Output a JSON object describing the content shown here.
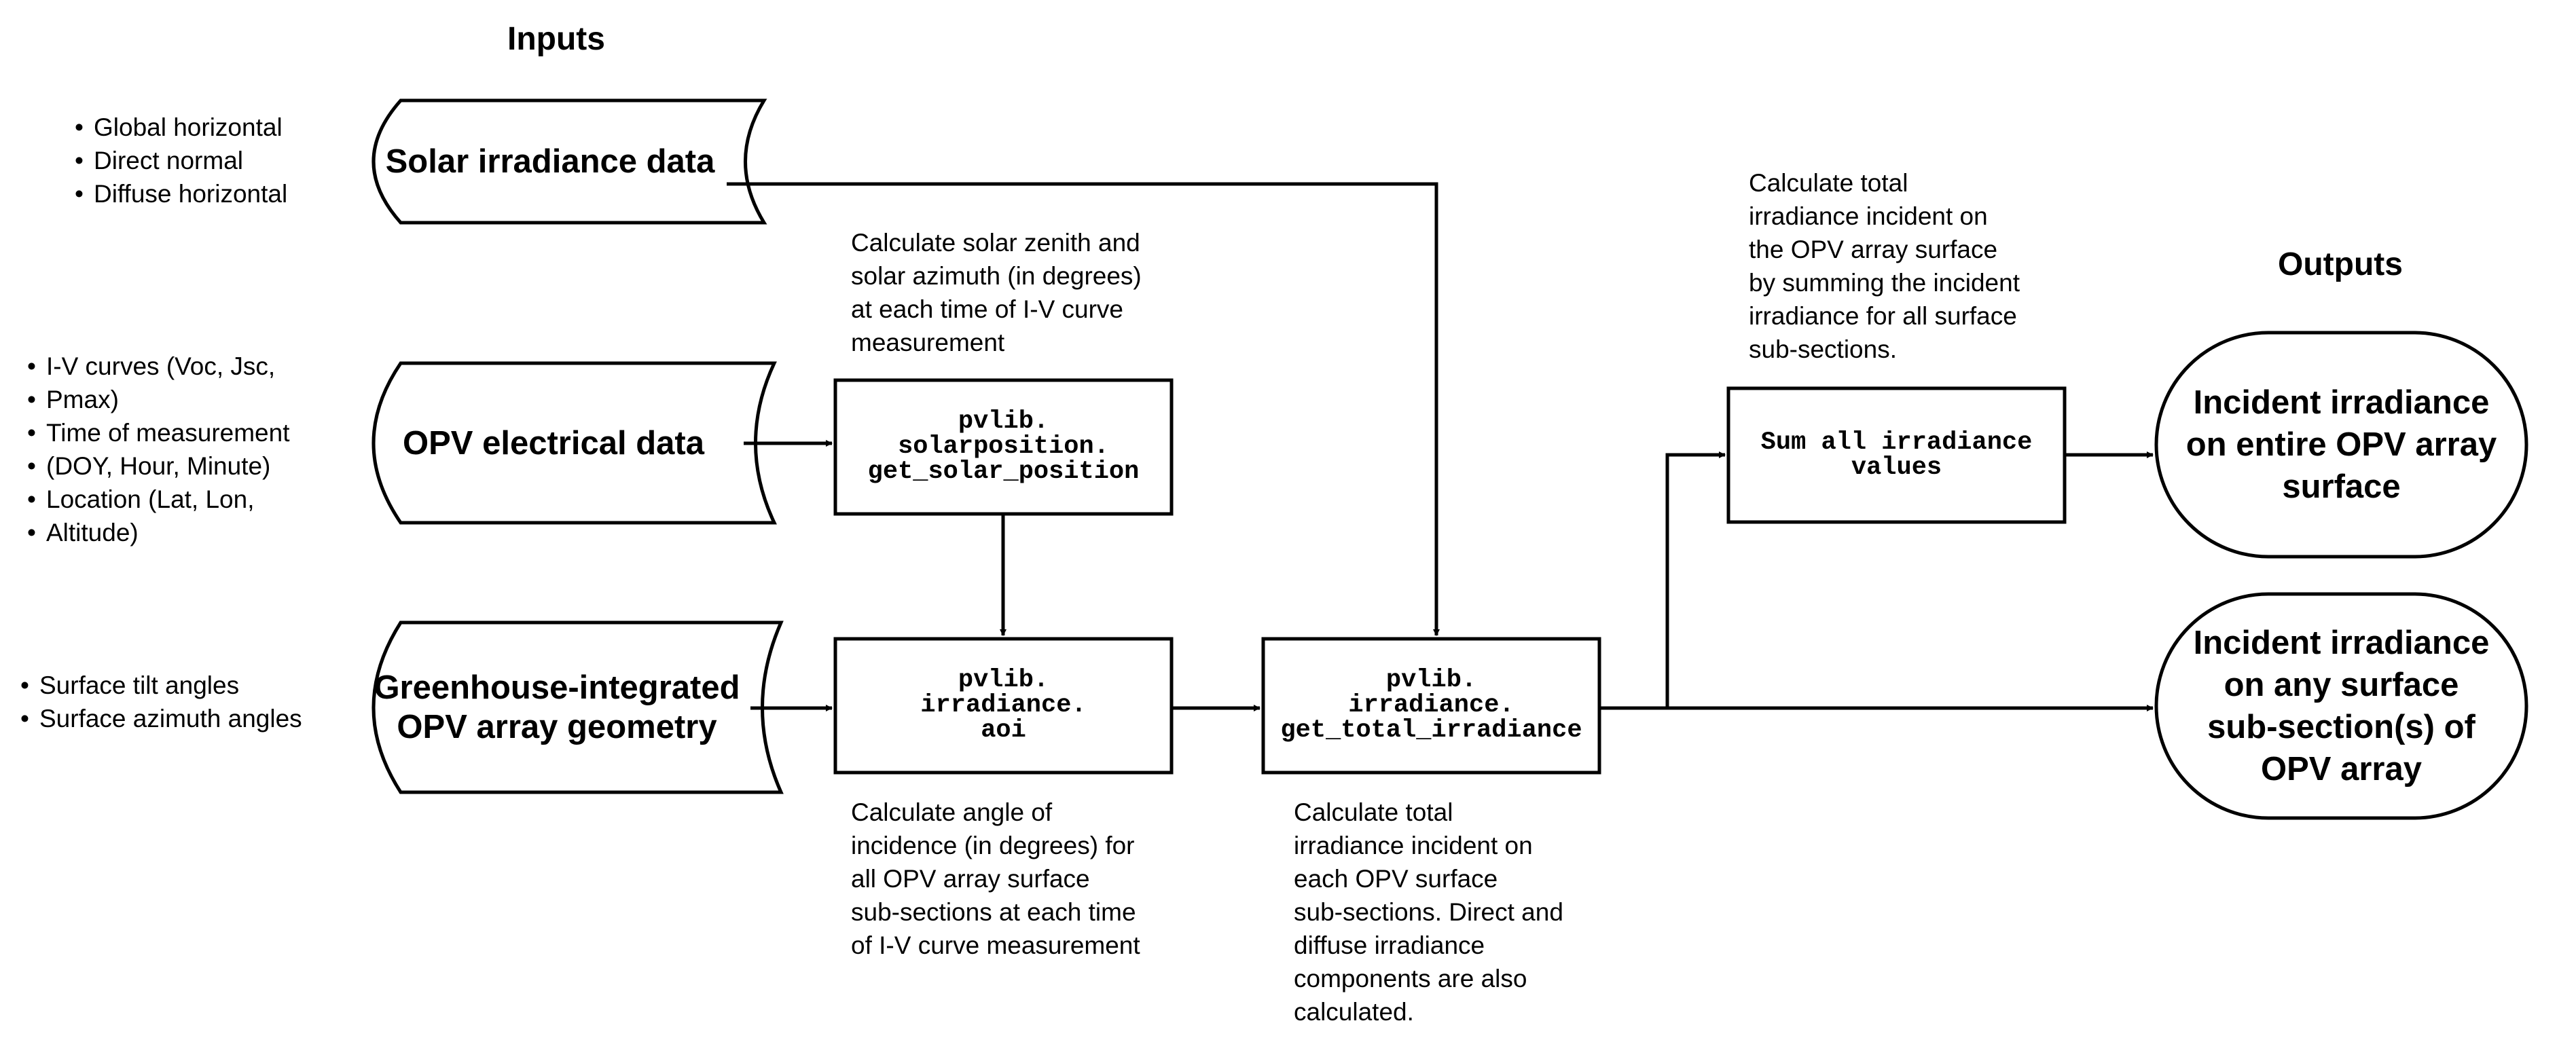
{
  "headings": {
    "inputs": "Inputs",
    "outputs": "Outputs"
  },
  "input_lists": {
    "solar": [
      "Global horizontal",
      "Direct normal",
      "Diffuse horizontal"
    ],
    "opv": [
      "I-V curves (Voc, Jsc,",
      "Pmax)",
      "Time of measurement",
      "(DOY, Hour, Minute)",
      "Location (Lat, Lon,",
      "Altitude)"
    ],
    "geometry": [
      "Surface tilt angles",
      "Surface azimuth angles"
    ]
  },
  "nodes": {
    "solar_data": {
      "lines": [
        "Solar irradiance data"
      ]
    },
    "opv_data": {
      "lines": [
        "OPV electrical data"
      ]
    },
    "geometry_data": {
      "lines": [
        "Greenhouse-integrated",
        "OPV array geometry"
      ]
    },
    "solarposition": {
      "lines": [
        "pvlib.",
        "solarposition.",
        "get_solar_position"
      ]
    },
    "aoi": {
      "lines": [
        "pvlib.",
        "irradiance.",
        "aoi"
      ]
    },
    "total_irradiance": {
      "lines": [
        "pvlib.",
        "irradiance.",
        "get_total_irradiance"
      ]
    },
    "sum": {
      "lines": [
        "Sum all irradiance",
        "values"
      ]
    },
    "out_entire": {
      "lines": [
        "Incident irradiance",
        "on entire OPV array",
        "surface"
      ]
    },
    "out_sub": {
      "lines": [
        "Incident irradiance",
        "on any surface",
        "sub-section(s) of",
        "OPV array"
      ]
    }
  },
  "notes": {
    "solarposition": [
      "Calculate solar zenith and",
      "solar azimuth (in degrees)",
      "at each time of I-V curve",
      "measurement"
    ],
    "aoi": [
      "Calculate angle of",
      "incidence (in degrees) for",
      "all OPV array surface",
      "sub-sections at each time",
      "of I-V curve measurement"
    ],
    "total": [
      "Calculate total",
      "irradiance incident on",
      "each OPV surface",
      "sub-sections. Direct and",
      "diffuse irradiance",
      "components are also",
      "calculated."
    ],
    "sum": [
      "Calculate total",
      "irradiance incident on",
      "the OPV array surface",
      "by summing the incident",
      "irradiance for all surface",
      "sub-sections."
    ]
  }
}
